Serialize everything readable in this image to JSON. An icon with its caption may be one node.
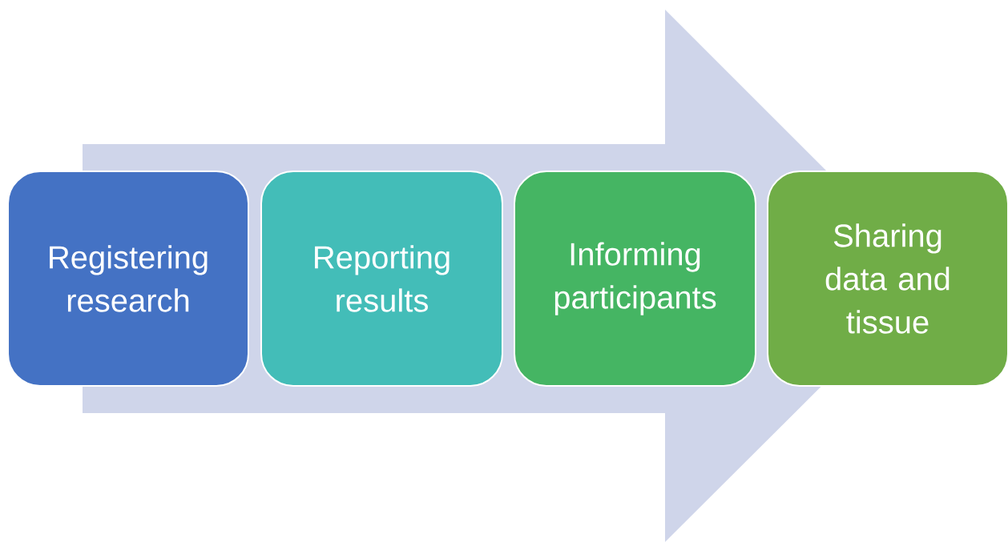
{
  "diagram": {
    "nodes": [
      {
        "text": [
          "Registering research"
        ]
      },
      {
        "text": [
          "Reporting results"
        ]
      },
      {
        "text": [
          "Informing participants"
        ]
      },
      {
        "text": [
          "Sharing data and tissue"
        ]
      }
    ],
    "edges": [
      {
        "from": 0,
        "to": 3,
        "arrow": "to"
      }
    ]
  }
}
